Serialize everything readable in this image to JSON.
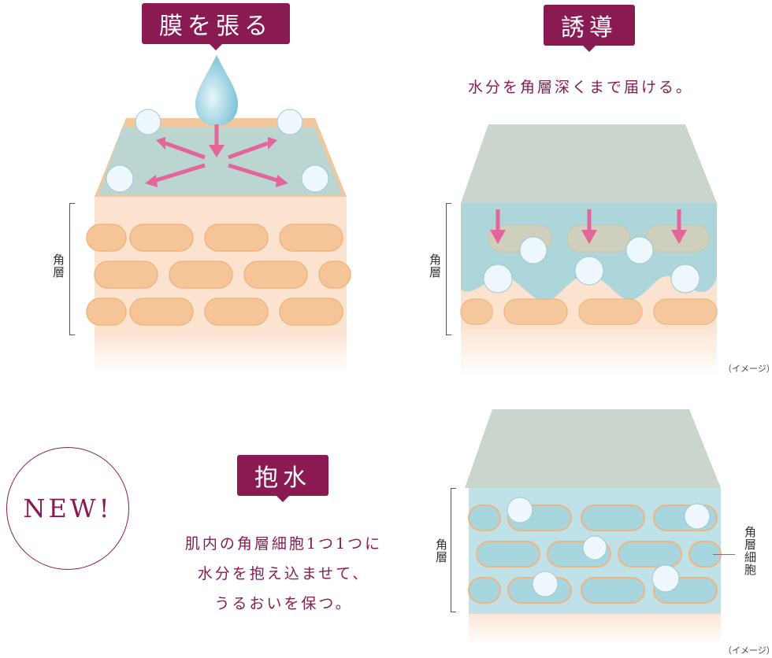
{
  "panels": {
    "membrane": {
      "title": "膜を張る"
    },
    "induction": {
      "title": "誘導",
      "caption": "水分を角層深くまで届ける。"
    },
    "hold": {
      "title": "抱水",
      "lines": [
        "肌内の角層細胞1つ1つに",
        "水分を抱え込ませて、",
        "うるおいを保つ。"
      ]
    }
  },
  "labels": {
    "stratum_corneum": "角層",
    "corneocyte": "角層細胞",
    "image_note": "（イメージ）",
    "new_badge": "NEW!"
  },
  "colors": {
    "brand": "#8a1b52",
    "skin": "#f2c79c",
    "cell": "#f6d3ad",
    "water": "#9fd6df",
    "arrow": "#e2669a"
  }
}
